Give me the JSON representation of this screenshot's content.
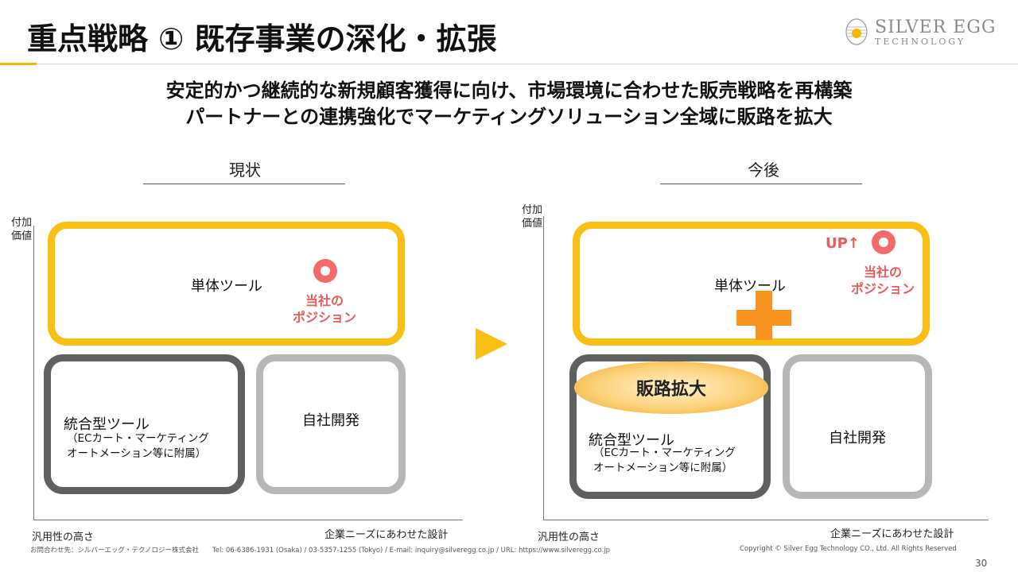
{
  "header": {
    "title": "重点戦略 ① 既存事業の深化・拡張",
    "logo_line1": "SILVER EGG",
    "logo_line2": "TECHNOLOGY"
  },
  "subtitle": {
    "line1": "安定的かつ継続的な新規顧客獲得に向け、市場環境に合わせた販売戦略を再構築",
    "line2": "パートナーとの連携強化でマーケティングソリューション全域に販路を拡大"
  },
  "current": {
    "label": "現状",
    "y_axis_line1": "付加",
    "y_axis_line2": "価値",
    "x_axis_left": "汎用性の高さ",
    "x_axis_right": "企業ニーズにあわせた設計",
    "single_tool": "単体ツール",
    "position_line1": "当社の",
    "position_line2": "ポジション",
    "integrated_tool": "統合型ツール",
    "integrated_note_line1": "（ECカート・マーケティング",
    "integrated_note_line2": "オートメーション等に附属）",
    "in_house": "自社開発"
  },
  "future": {
    "label": "今後",
    "y_axis_line1": "付加",
    "y_axis_line2": "価値",
    "x_axis_left": "汎用性の高さ",
    "x_axis_right": "企業ニーズにあわせた設計",
    "single_tool": "単体ツール",
    "up_label": "UP↑",
    "position_line1": "当社の",
    "position_line2": "ポジション",
    "channel_expansion": "販路拡大",
    "integrated_tool": "統合型ツール",
    "integrated_note_line1": "（ECカート・マーケティング",
    "integrated_note_line2": "オートメーション等に附属）",
    "in_house": "自社開発"
  },
  "footer": {
    "contact": "お問合わせ先：シルバーエッグ・テクノロジー株式会社　　Tel: 06-6386-1931 (Osaka) / 03-5357-1255 (Tokyo) / E-mail: inquiry@silveregg.co.jp / URL: https://www.silveregg.co.jp",
    "copyright": "Copyright © Silver Egg Technology CO., Ltd. All Rights Reserved",
    "page_number": "30"
  },
  "colors": {
    "accent_yellow": "#f9bf15",
    "position_red": "#e85a5a",
    "plus_orange": "#f7931e",
    "box_dark": "#606060",
    "box_gray": "#b7b7b7"
  }
}
